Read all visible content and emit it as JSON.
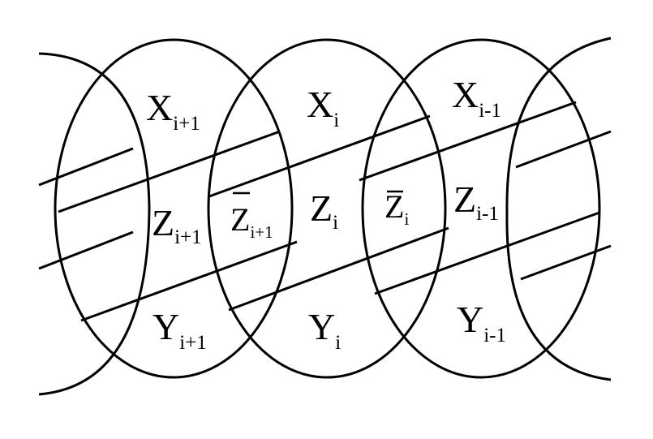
{
  "labels": {
    "x_next": {
      "base": "X",
      "sub": "i+1"
    },
    "x_cur": {
      "base": "X",
      "sub": "i"
    },
    "x_prev": {
      "base": "X",
      "sub": "i-1"
    },
    "z_next": {
      "base": "Z",
      "sub": "i+1"
    },
    "zbar_next": {
      "base": "Z",
      "sub": "i+1"
    },
    "z_cur": {
      "base": "Z",
      "sub": "i"
    },
    "zbar_cur": {
      "base": "Z",
      "sub": "i"
    },
    "z_prev": {
      "base": "Z",
      "sub": "i-1"
    },
    "y_next": {
      "base": "Y",
      "sub": "i+1"
    },
    "y_cur": {
      "base": "Y",
      "sub": "i"
    },
    "y_prev": {
      "base": "Y",
      "sub": "i-1"
    }
  }
}
